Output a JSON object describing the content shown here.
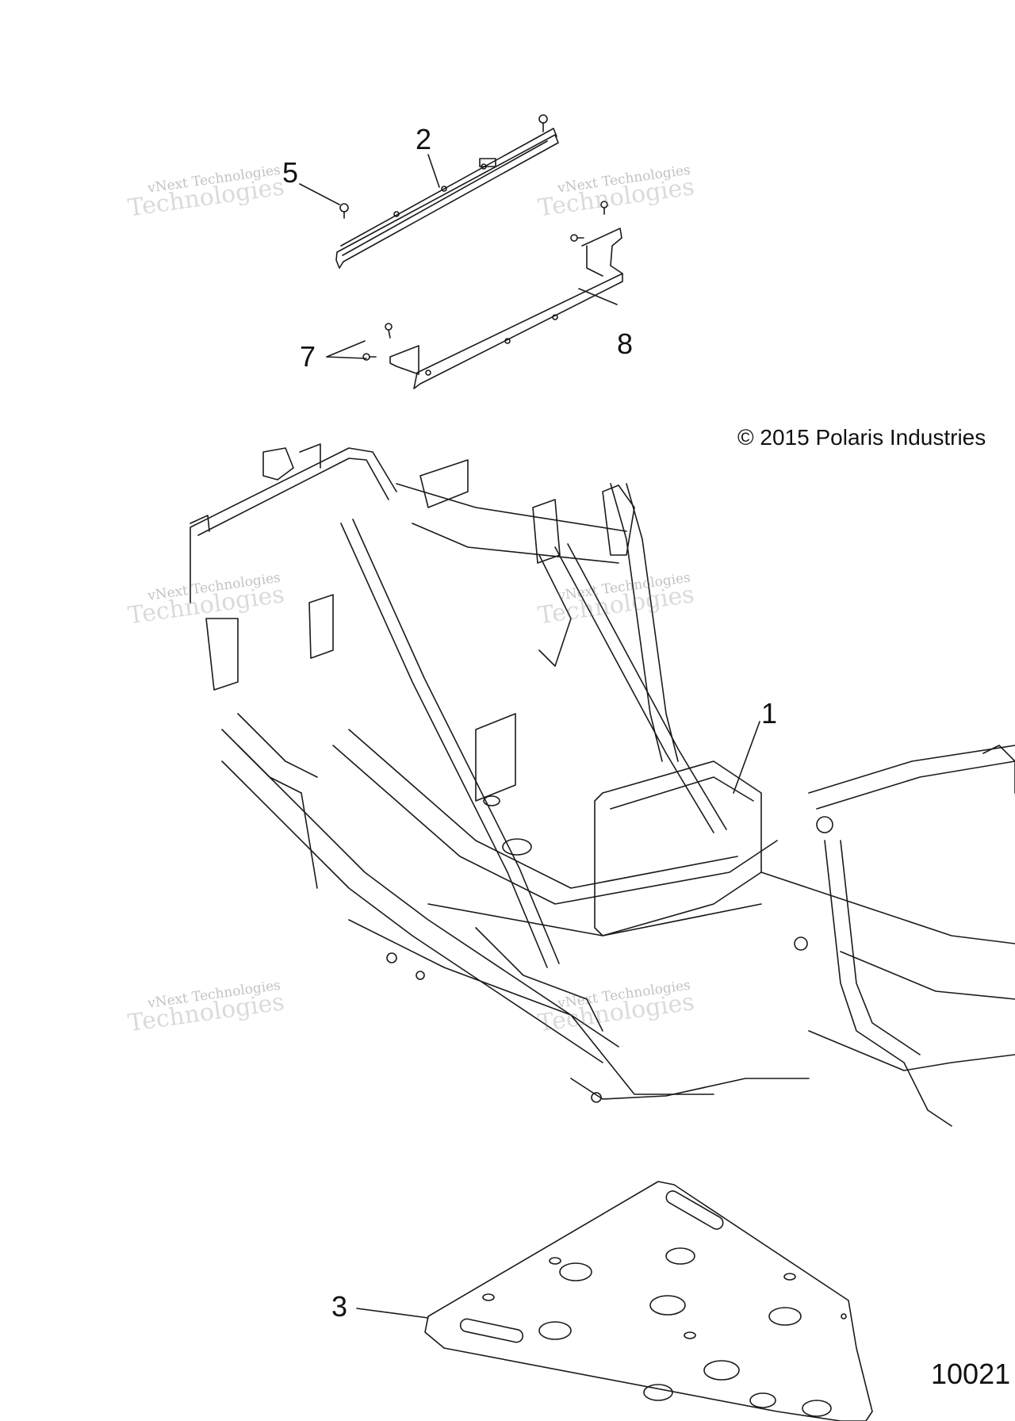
{
  "callouts": {
    "c1": "1",
    "c2": "2",
    "c3": "3",
    "c5": "5",
    "c7": "7",
    "c8": "8"
  },
  "copyright": "© 2015 Polaris Industries",
  "drawing_code": "10021",
  "watermark": {
    "line1": "vNext Technologies",
    "line2": "Technologies"
  },
  "colors": {
    "line": "#1a1a1a",
    "background": "#ffffff",
    "watermark": "#8a8a8a"
  }
}
